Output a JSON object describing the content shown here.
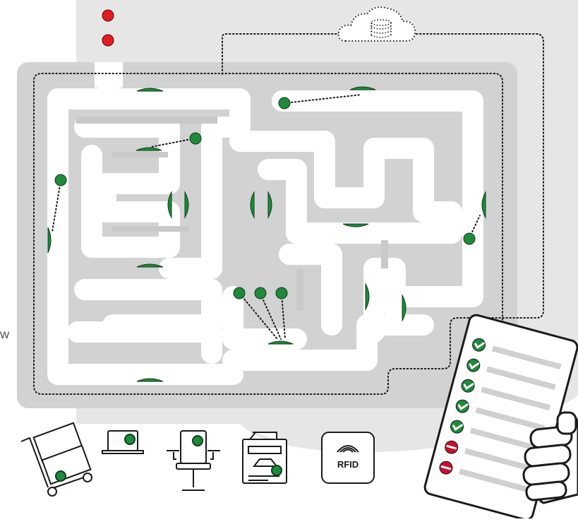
{
  "colors": {
    "backdrop": "#e6e6e6",
    "frame": "#d2d2d2",
    "maze_path": "#ffffff",
    "maze_wall": "#c9c9c9",
    "reader": "#1f8a3b",
    "tag": "#1f8a3b",
    "alert": "#e21b22",
    "line": "#1a1a1a",
    "check_ok": "#1f8a3b",
    "check_fail": "#c8102e",
    "checklist_bar": "#d0d0d0"
  },
  "edge_text": "W",
  "cloud": {
    "icon": "cloud-database-icon"
  },
  "alerts": [
    {
      "icon": "alert-dot"
    },
    {
      "icon": "alert-dot"
    }
  ],
  "assets": [
    {
      "icon": "hand-truck-with-boxes-icon"
    },
    {
      "icon": "laptop-icon"
    },
    {
      "icon": "office-chair-icon"
    },
    {
      "icon": "printer-copier-icon"
    },
    {
      "icon": "rfid-badge-icon",
      "label": "RFID"
    }
  ],
  "checklist": {
    "icon": "clipboard-checklist-icon",
    "items": [
      {
        "status": "ok"
      },
      {
        "status": "ok"
      },
      {
        "status": "ok"
      },
      {
        "status": "ok"
      },
      {
        "status": "ok"
      },
      {
        "status": "missing"
      },
      {
        "status": "missing"
      }
    ]
  }
}
